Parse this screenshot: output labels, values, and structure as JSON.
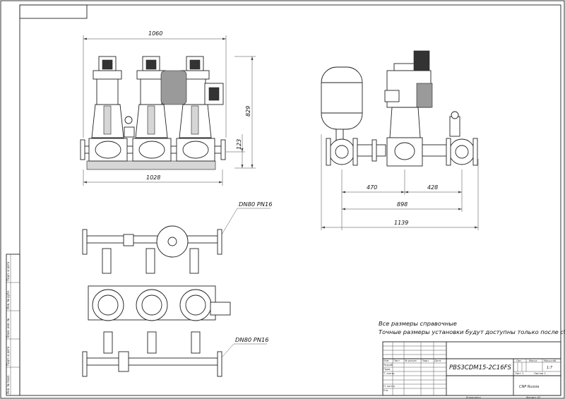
{
  "dimensions": {
    "front_width_top": "1060",
    "front_height": "829",
    "front_flange_height": "123",
    "front_width_bottom": "1028",
    "side_left": "470",
    "side_right": "428",
    "side_mid": "898",
    "side_total": "1139"
  },
  "labels": {
    "pipe_top": "DN80 PN16",
    "pipe_bottom": "DN80 PN16"
  },
  "notes": {
    "line1": "Все размеры справочные",
    "line2": "Точные размеры установки будут доступны только после сборки"
  },
  "title_block": {
    "designation": "PBS3CDM15-2C16FS",
    "company": "CNP Russia",
    "header_lit": "Лит",
    "header_mass": "Масса",
    "header_scale": "Масштаб",
    "scale_value": "1:7",
    "sheet": "Лист 1",
    "sheets": "Листов 1",
    "row_izm": "Изм",
    "row_list": "Лист",
    "row_doc": "№ докум.",
    "row_sign": "Подп.",
    "row_date": "Дата",
    "razrab": "Разраб",
    "prover": "Пров.",
    "tkontr": "Т. контр",
    "nkontr": "Н. контр",
    "utv": "Утв",
    "copied": "Копировал",
    "format": "Формат A3"
  },
  "side_strip": {
    "c1": "Инв. № подл.",
    "c2": "Подп. и дата",
    "c3": "Взам. инв. №",
    "c4": "Инв. № дубл.",
    "c5": "Подп. и дата"
  }
}
